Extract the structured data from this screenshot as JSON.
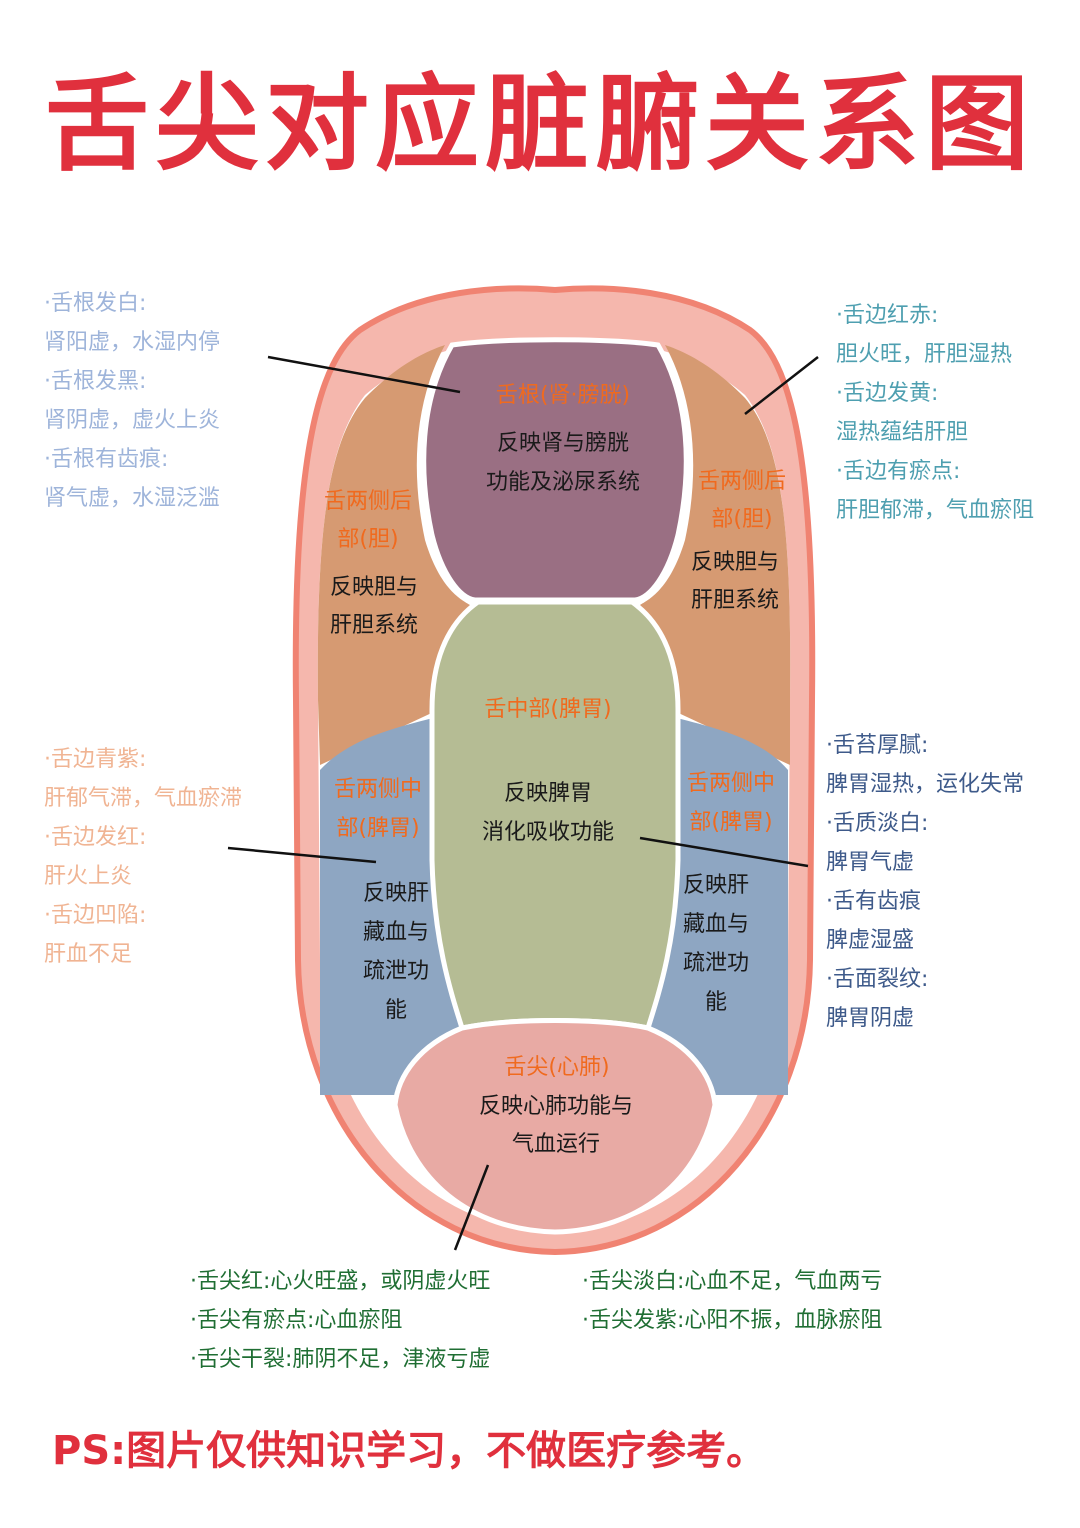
{
  "title": "舌尖对应脏腑关系图",
  "regions": {
    "root": {
      "name": "舌根(肾·膀胱)",
      "desc": [
        "反映肾与膀胱",
        "功能及泌尿系统"
      ]
    },
    "left_back": {
      "name": [
        "舌两侧后",
        "部(胆)"
      ],
      "desc": [
        "反映胆与",
        "肝胆系统"
      ]
    },
    "right_back": {
      "name": [
        "舌两侧后",
        "部(胆)"
      ],
      "desc": [
        "反映胆与",
        "肝胆系统"
      ]
    },
    "middle": {
      "name": "舌中部(脾胃)",
      "desc": [
        "反映脾胃",
        "消化吸收功能"
      ]
    },
    "left_mid": {
      "name": [
        "舌两侧中",
        "部(脾胃)"
      ],
      "desc": [
        "反映肝",
        "藏血与",
        "疏泄功",
        "能"
      ]
    },
    "right_mid": {
      "name": [
        "舌两侧中",
        "部(脾胃)"
      ],
      "desc": [
        "反映肝",
        "藏血与",
        "疏泄功",
        "能"
      ]
    },
    "tip": {
      "name": "舌尖(心肺)",
      "desc": [
        "反映心肺功能与",
        "气血运行"
      ]
    }
  },
  "notes": {
    "left_top": [
      "·舌根发白:",
      "肾阳虚，水湿内停",
      "·舌根发黑:",
      "肾阴虚，虚火上炎",
      "·舌根有齿痕:",
      "肾气虚，水湿泛滥"
    ],
    "right_top": [
      "·舌边红赤:",
      "胆火旺，肝胆湿热",
      "·舌边发黄:",
      "湿热蕴结肝胆",
      "·舌边有瘀点:",
      "肝胆郁滞，气血瘀阻"
    ],
    "left_mid": [
      "·舌边青紫:",
      "肝郁气滞，气血瘀滞",
      "·舌边发红:",
      "肝火上炎",
      "·舌边凹陷:",
      "肝血不足"
    ],
    "right_mid": [
      "·舌苔厚腻:",
      "脾胃湿热，运化失常",
      "·舌质淡白:",
      "脾胃气虚",
      "·舌有齿痕",
      "脾虚湿盛",
      "·舌面裂纹:",
      "脾胃阴虚"
    ],
    "bottom_left": [
      "·舌尖红:心火旺盛，或阴虚火旺",
      "·舌尖有瘀点:心血瘀阻",
      "·舌尖干裂:肺阴不足，津液亏虚"
    ],
    "bottom_right": [
      "·舌尖淡白:心血不足，气血两亏",
      "·舌尖发紫:心阳不振，血脉瘀阻"
    ]
  },
  "footer": "PS:图片仅供知识学习，不做医疗参考。",
  "colors": {
    "title": "#e0303d",
    "outline": "#f08372",
    "root": "#9a6f83",
    "back": "#d69a72",
    "middle": "#b5bc94",
    "side_mid": "#8ea6c2",
    "tip": "#e8aaa4"
  }
}
